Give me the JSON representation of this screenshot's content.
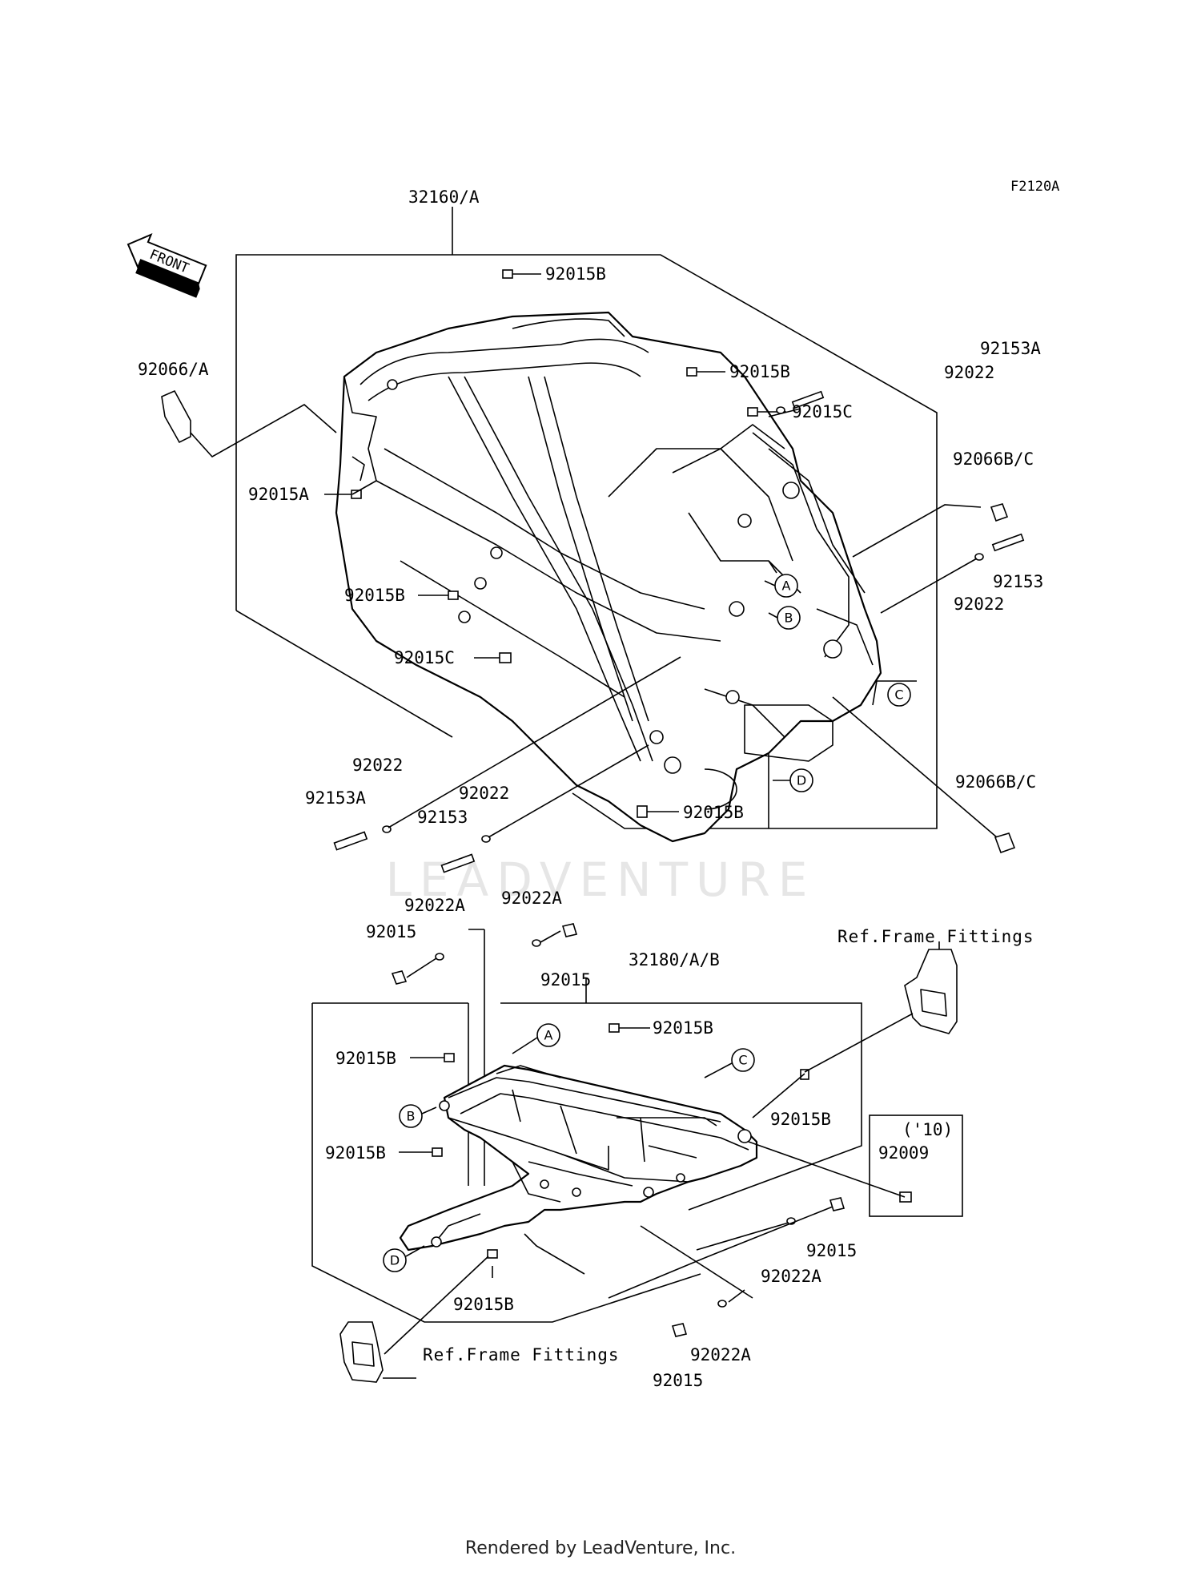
{
  "diagram": {
    "code": "F2120A",
    "front_label": "FRONT",
    "watermark": "LEADVENTURE",
    "footer": "Rendered by LeadVenture, Inc."
  },
  "callouts": [
    {
      "id": "a_32160A",
      "text": "32160/A"
    },
    {
      "id": "a_92015B_1",
      "text": "92015B"
    },
    {
      "id": "a_92066A",
      "text": "92066/A"
    },
    {
      "id": "a_92015B_2",
      "text": "92015B"
    },
    {
      "id": "a_92015C_1",
      "text": "92015C"
    },
    {
      "id": "a_92153A_1",
      "text": "92153A"
    },
    {
      "id": "a_92022_1",
      "text": "92022"
    },
    {
      "id": "a_92066BC_1",
      "text": "92066B/C"
    },
    {
      "id": "a_92015A",
      "text": "92015A"
    },
    {
      "id": "a_92153_1",
      "text": "92153"
    },
    {
      "id": "a_92022_2",
      "text": "92022"
    },
    {
      "id": "a_92015B_3",
      "text": "92015B"
    },
    {
      "id": "a_92015C_2",
      "text": "92015C"
    },
    {
      "id": "a_92022_3",
      "text": "92022"
    },
    {
      "id": "a_92153A_2",
      "text": "92153A"
    },
    {
      "id": "a_92022_4",
      "text": "92022"
    },
    {
      "id": "a_92153_2",
      "text": "92153"
    },
    {
      "id": "a_92015B_4",
      "text": "92015B"
    },
    {
      "id": "a_92066BC_2",
      "text": "92066B/C"
    },
    {
      "id": "b_92022A_1",
      "text": "92022A"
    },
    {
      "id": "b_92022A_2",
      "text": "92022A"
    },
    {
      "id": "b_92015_1",
      "text": "92015"
    },
    {
      "id": "b_92015_2",
      "text": "92015"
    },
    {
      "id": "b_32180AB",
      "text": "32180/A/B"
    },
    {
      "id": "b_ref_1",
      "text": "Ref.Frame Fittings"
    },
    {
      "id": "b_92015B_1",
      "text": "92015B"
    },
    {
      "id": "b_92015B_2",
      "text": "92015B"
    },
    {
      "id": "b_92015B_3",
      "text": "92015B"
    },
    {
      "id": "b_92015B_4",
      "text": "92015B"
    },
    {
      "id": "b_year",
      "text": "('10)"
    },
    {
      "id": "b_92009",
      "text": "92009"
    },
    {
      "id": "b_92015_3",
      "text": "92015"
    },
    {
      "id": "b_92022A_3",
      "text": "92022A"
    },
    {
      "id": "b_92015B_5",
      "text": "92015B"
    },
    {
      "id": "b_92022A_4",
      "text": "92022A"
    },
    {
      "id": "b_92015_4",
      "text": "92015"
    },
    {
      "id": "b_ref_2",
      "text": "Ref.Frame Fittings"
    }
  ],
  "circle_markers": [
    {
      "id": "u_A",
      "text": "A"
    },
    {
      "id": "u_B",
      "text": "B"
    },
    {
      "id": "u_C",
      "text": "C"
    },
    {
      "id": "u_D",
      "text": "D"
    },
    {
      "id": "l_A",
      "text": "A"
    },
    {
      "id": "l_B",
      "text": "B"
    },
    {
      "id": "l_C",
      "text": "C"
    },
    {
      "id": "l_D",
      "text": "D"
    }
  ]
}
